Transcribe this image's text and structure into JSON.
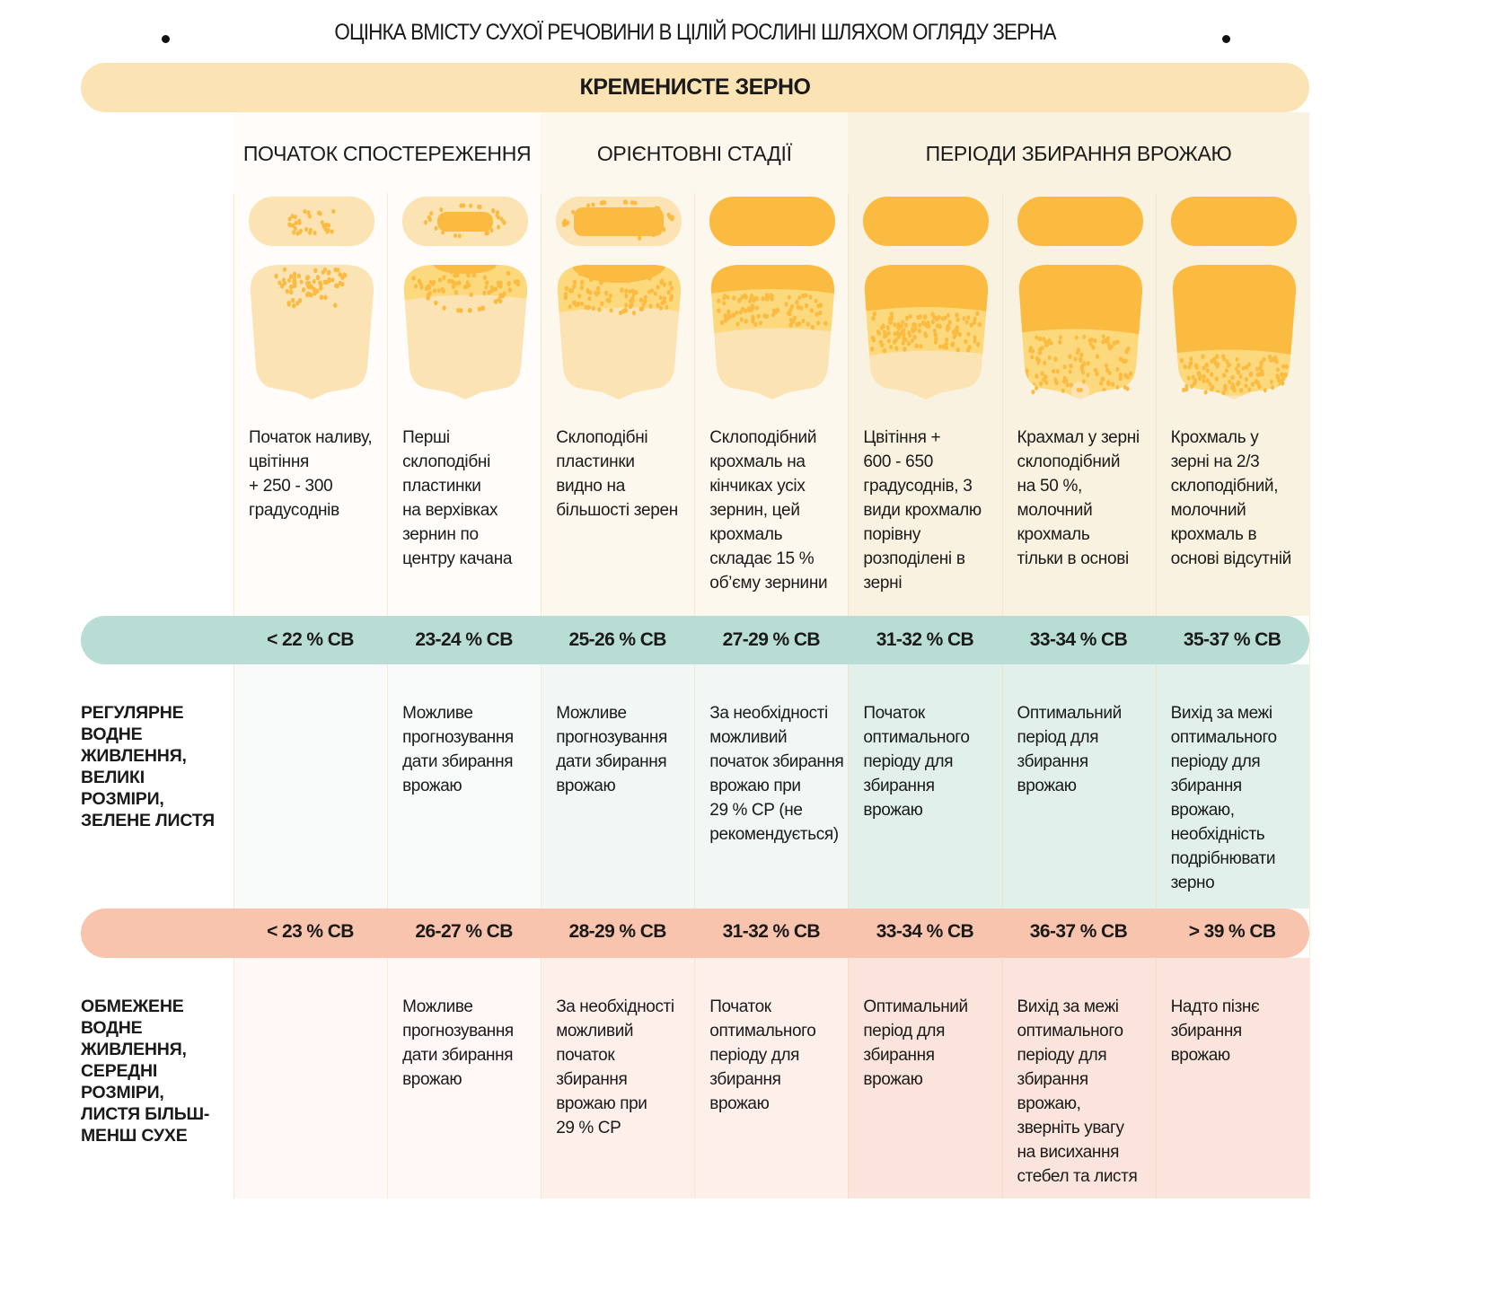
{
  "title": "ОЦІНКА ВМІСТУ СУХОЇ РЕЧОВИНИ В ЦІЛІЙ РОСЛИНІ ШЛЯХОМ ОГЛЯДУ ЗЕРНА",
  "band_title": "КРЕМЕНИСТЕ ЗЕРНО",
  "groups": [
    {
      "label": "ПОЧАТОК СПОСТЕРЕЖЕННЯ",
      "span": 2
    },
    {
      "label": "ОРІЄНТОВНІ СТАДІЇ",
      "span": 2
    },
    {
      "label": "ПЕРІОДИ ЗБИРАННЯ ВРОЖАЮ",
      "span": 3
    }
  ],
  "colors": {
    "grain_light": "#fbe3b3",
    "grain_dotted": "#fdd97e",
    "grain_hard": "#fbbb41",
    "teal": "#b8ddd4",
    "pink": "#f8c4ad",
    "band": "#fbe3b4"
  },
  "stages": [
    {
      "description": "Початок наливу,\nцвітіння\n+ 250 - 300\nградусоднів"
    },
    {
      "description": "Перші\nсклоподібні\nпластинки\nна верхівках\nзернин по\nцентру качана"
    },
    {
      "description": "Склоподібні\nпластинки\nвидно на\nбільшості зерен"
    },
    {
      "description": "Склоподібний\nкрохмаль на\nкінчиках усіх\nзернин, цей\nкрохмаль\nскладає 15 %\nоб’єму зернини"
    },
    {
      "description": "Цвітіння +\n600 - 650\nградусоднів, 3\nвиди крохмалю\nпорівну\nрозподілені в\nзерні"
    },
    {
      "description": "Крахмал у зерні\nсклоподібний\nна 50 %,\nмолочний\nкрохмаль\nтільки в основі"
    },
    {
      "description": "Крохмаль у\nзерні на 2/3\nсклоподібний,\nмолочний\nкрохмаль в\nоснові відсутній"
    }
  ],
  "regular": {
    "label": "РЕГУЛЯРНЕ\nВОДНЕ\nЖИВЛЕННЯ,\nВЕЛИКІ\nРОЗМІРИ,\nЗЕЛЕНЕ ЛИСТЯ",
    "dm": [
      "< 22 % СВ",
      "23-24 % СВ",
      "25-26 % СВ",
      "27-29 % СВ",
      "31-32 % СВ",
      "33-34 % СВ",
      "35-37 % СВ"
    ],
    "cells": [
      "",
      "Можливе\nпрогнозування\nдати збирання\nврожаю",
      "Можливе\nпрогнозування\nдати збирання\nврожаю",
      "За необхідності\nможливий\nпочаток збирання\nврожаю при\n29 % СР (не\nрекомендується)",
      "Початок\nоптимального\nперіоду для\nзбирання\nврожаю",
      "Оптимальний\nперіод для\nзбирання\nврожаю",
      "Вихід за межі\nоптимального\nперіоду для\nзбирання\nврожаю,\nнеобхідність\nподрібнювати\nзерно"
    ]
  },
  "limited": {
    "label": "ОБМЕЖЕНЕ\nВОДНЕ\nЖИВЛЕННЯ,\nСЕРЕДНІ\nРОЗМІРИ,\nЛИСТЯ БІЛЬШ-\nМЕНШ СУХЕ",
    "dm": [
      "< 23 % СВ",
      "26-27 % СВ",
      "28-29 % СВ",
      "31-32 % СВ",
      "33-34 % СВ",
      "36-37 % СВ",
      "> 39 % СВ"
    ],
    "cells": [
      "",
      "Можливе\nпрогнозування\nдати збирання\nврожаю",
      "За необхідності\nможливий\nпочаток\nзбирання\nврожаю при\n29 % СР",
      "Початок\nоптимального\nперіоду для\nзбирання\nврожаю",
      "Оптимальний\nперіод для\nзбирання\nврожаю",
      "Вихід за межі\nоптимального\nперіоду для\nзбирання\nврожаю,\nзверніть увагу\nна висихання\nстебел та листя",
      "Надто пізнє\nзбирання\nврожаю"
    ]
  }
}
